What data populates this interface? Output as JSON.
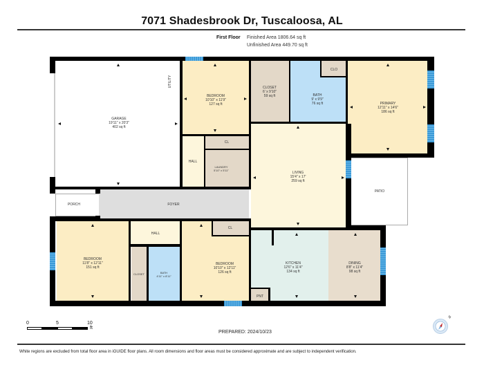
{
  "header": {
    "title": "7071 Shadesbrook Dr, Tuscaloosa, AL",
    "floor_label": "First Floor",
    "finished_area": "Finished Area 1806.64 sq ft",
    "unfinished_area": "Unfinished Area 449.70 sq ft"
  },
  "rooms": {
    "garage": {
      "name": "GARAGE",
      "dims": "19'11\" x 20'3\"",
      "area": "402 sq ft"
    },
    "utility": {
      "name": "UTILITY"
    },
    "bedroom1": {
      "name": "BEDROOM",
      "dims": "10'10\" x 11'9\"",
      "area": "127 sq ft"
    },
    "cl1": {
      "name": "CL"
    },
    "hall1": {
      "name": "HALL"
    },
    "laundry": {
      "name": "LAUNDRY",
      "dims": "5'10\" x 5'11\""
    },
    "closet_top": {
      "name": "CLOSET",
      "dims": "6' x 9'10\"",
      "area": "59 sq ft"
    },
    "bath1": {
      "name": "BATH",
      "dims": "9' x 9'9\"",
      "area": "76 sq ft"
    },
    "clo": {
      "name": "CLO"
    },
    "primary": {
      "name": "PRIMARY",
      "dims": "12'11\" x 14'6\"",
      "area": "186 sq ft"
    },
    "living": {
      "name": "LIVING",
      "dims": "15'4\" x 17'",
      "area": "259 sq ft"
    },
    "patio": {
      "name": "PATIO"
    },
    "porch": {
      "name": "PORCH"
    },
    "foyer": {
      "name": "FOYER"
    },
    "hall2": {
      "name": "HALL"
    },
    "bedroom2": {
      "name": "BEDROOM",
      "dims": "11'8\" x 12'11\"",
      "area": "151 sq ft"
    },
    "closet_bottom": {
      "name": "CLOSET"
    },
    "bath2": {
      "name": "BATH",
      "dims": "4'11\" x 8'11\""
    },
    "cl2": {
      "name": "CL"
    },
    "bedroom3": {
      "name": "BEDROOM",
      "dims": "10'10\" x 12'11\"",
      "area": "126 sq ft"
    },
    "kitchen": {
      "name": "KITCHEN",
      "dims": "12'6\" x 11'4\"",
      "area": "134 sq ft"
    },
    "pnt": {
      "name": "PNT"
    },
    "dining": {
      "name": "DINING",
      "dims": "8'8\" x 11'4\"",
      "area": "98 sq ft"
    }
  },
  "colors": {
    "bedroom": "#fcedc4",
    "hall": "#fdf6dc",
    "closet": "#e3d8c8",
    "bath": "#bde0f7",
    "foyer": "#dedede",
    "kitchen": "#e2f0ec",
    "dining": "#e8ddcd",
    "wall": "#000000",
    "window": "#3c9ad8"
  },
  "scale": {
    "ticks": [
      "0",
      "5",
      "10"
    ],
    "unit": "ft"
  },
  "footer": {
    "prepared": "PREPARED: 2024/10/23",
    "disclaimer": "White regions are excluded from total floor area in iGUIDE floor plans. All room dimensions and floor areas must be considered approximate and are subject to independent verification."
  },
  "compass": {
    "label": "N"
  }
}
